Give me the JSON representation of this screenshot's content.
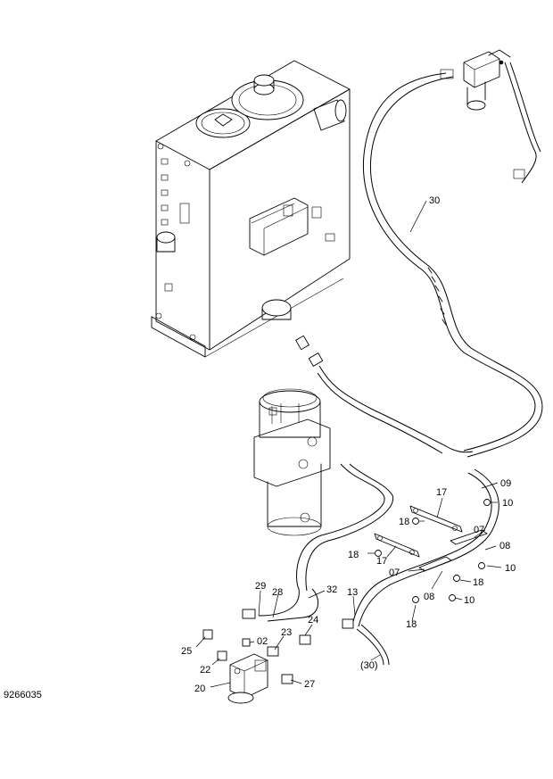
{
  "figure_id": "9266035",
  "callouts": [
    {
      "id": "c30",
      "text": "30"
    },
    {
      "id": "c09",
      "text": "09"
    },
    {
      "id": "c10a",
      "text": "10"
    },
    {
      "id": "c17a",
      "text": "17"
    },
    {
      "id": "c18a",
      "text": "18"
    },
    {
      "id": "c07a",
      "text": "07"
    },
    {
      "id": "c08a",
      "text": "08"
    },
    {
      "id": "c10b",
      "text": "10"
    },
    {
      "id": "c18b",
      "text": "18"
    },
    {
      "id": "c17b",
      "text": "17"
    },
    {
      "id": "c07b",
      "text": "07"
    },
    {
      "id": "c18c",
      "text": "18"
    },
    {
      "id": "c08b",
      "text": "08"
    },
    {
      "id": "c10c",
      "text": "10"
    },
    {
      "id": "c29",
      "text": "29"
    },
    {
      "id": "c28",
      "text": "28"
    },
    {
      "id": "c32",
      "text": "32"
    },
    {
      "id": "c13",
      "text": "13"
    },
    {
      "id": "c18d",
      "text": "18"
    },
    {
      "id": "c24",
      "text": "24"
    },
    {
      "id": "c25",
      "text": "25"
    },
    {
      "id": "c02",
      "text": "02"
    },
    {
      "id": "c23",
      "text": "23"
    },
    {
      "id": "c22",
      "text": "22"
    },
    {
      "id": "c30p",
      "text": "(30)"
    },
    {
      "id": "c20",
      "text": "20"
    },
    {
      "id": "c27",
      "text": "27"
    }
  ]
}
